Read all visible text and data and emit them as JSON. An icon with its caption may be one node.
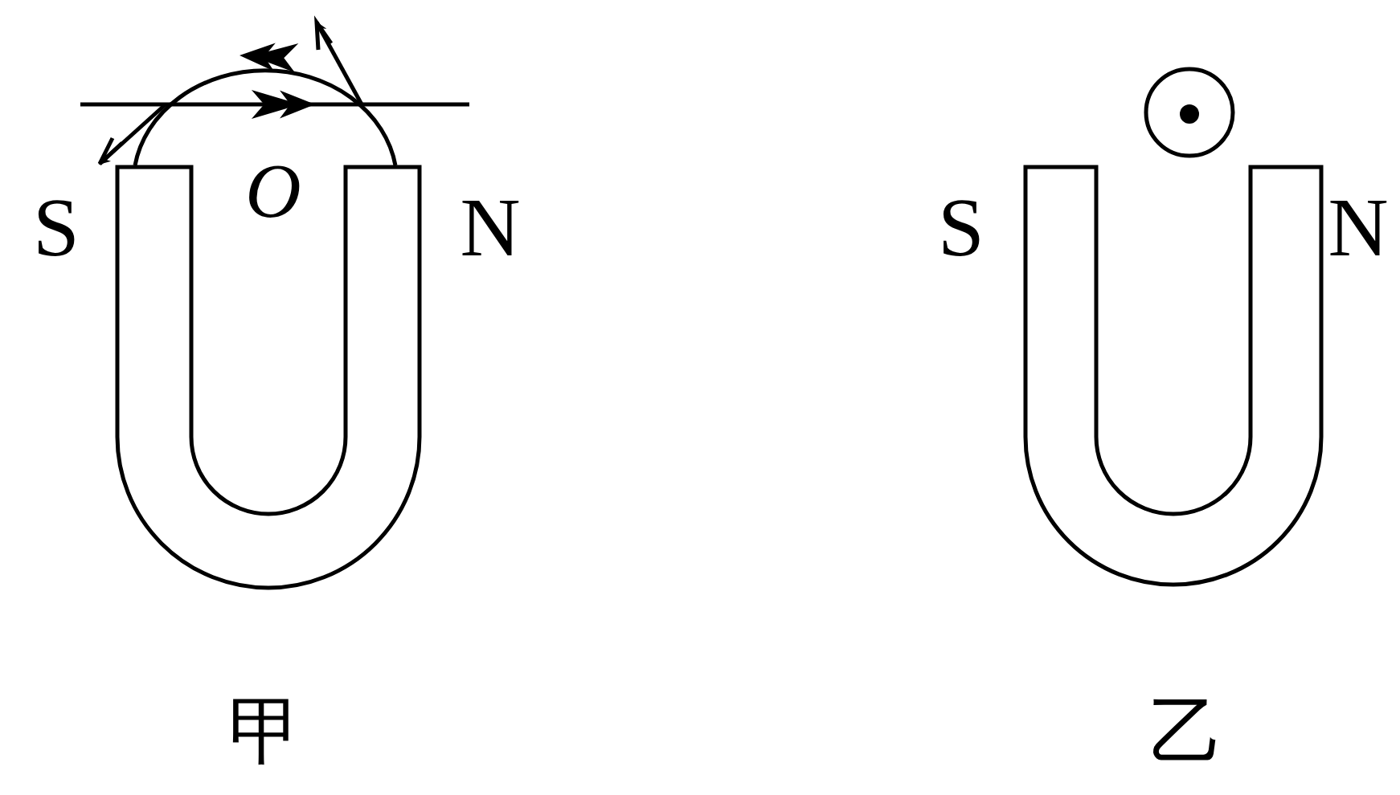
{
  "diagram": {
    "labels": [
      "S",
      "O",
      "N",
      "甲",
      "S",
      "N",
      "乙"
    ]
  }
}
